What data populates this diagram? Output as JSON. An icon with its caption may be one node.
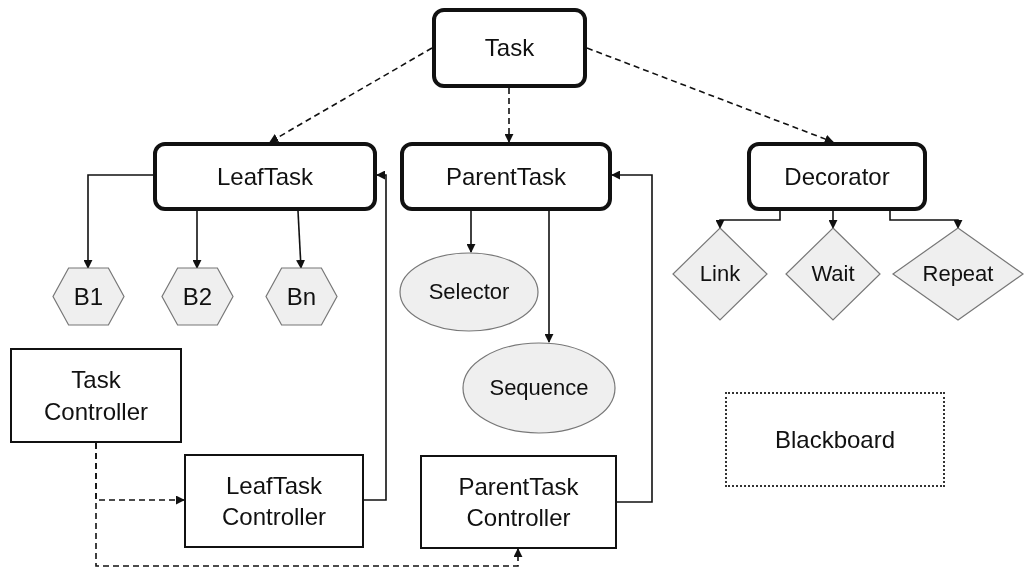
{
  "diagram": {
    "nodes": [
      {
        "text": [
          "Task"
        ]
      },
      {
        "text": [
          "LeafTask"
        ]
      },
      {
        "text": [
          "ParentTask"
        ]
      },
      {
        "text": [
          "Decorator"
        ]
      },
      {
        "text": [
          "B1"
        ]
      },
      {
        "text": [
          "B2"
        ]
      },
      {
        "text": [
          "Bn"
        ]
      },
      {
        "text": [
          "Selector"
        ]
      },
      {
        "text": [
          "Sequence"
        ]
      },
      {
        "text": [
          "Link"
        ]
      },
      {
        "text": [
          "Wait"
        ]
      },
      {
        "text": [
          "Repeat"
        ]
      },
      {
        "text": [
          "Task Controller"
        ]
      },
      {
        "text": [
          "LeafTask Controller"
        ]
      },
      {
        "text": [
          "ParentTask Controller"
        ]
      },
      {
        "text": [
          "Blackboard"
        ]
      }
    ],
    "edges": [
      {
        "from": 0,
        "to": 1,
        "arrow": "to",
        "style": "dashed"
      },
      {
        "from": 0,
        "to": 2,
        "arrow": "to",
        "style": "dashed"
      },
      {
        "from": 0,
        "to": 3,
        "arrow": "to",
        "style": "dashed"
      },
      {
        "from": 1,
        "to": 4,
        "arrow": "to"
      },
      {
        "from": 1,
        "to": 5,
        "arrow": "to"
      },
      {
        "from": 1,
        "to": 6,
        "arrow": "to"
      },
      {
        "from": 2,
        "to": 7,
        "arrow": "to"
      },
      {
        "from": 2,
        "to": 8,
        "arrow": "to"
      },
      {
        "from": 3,
        "to": 9,
        "arrow": "to"
      },
      {
        "from": 3,
        "to": 10,
        "arrow": "to"
      },
      {
        "from": 3,
        "to": 11,
        "arrow": "to"
      },
      {
        "from": 13,
        "to": 1,
        "arrow": "to"
      },
      {
        "from": 14,
        "to": 2,
        "arrow": "to"
      },
      {
        "from": 12,
        "to": 13,
        "arrow": "to",
        "style": "dashed"
      },
      {
        "from": 12,
        "to": 14,
        "arrow": "to",
        "style": "dashed"
      }
    ]
  }
}
